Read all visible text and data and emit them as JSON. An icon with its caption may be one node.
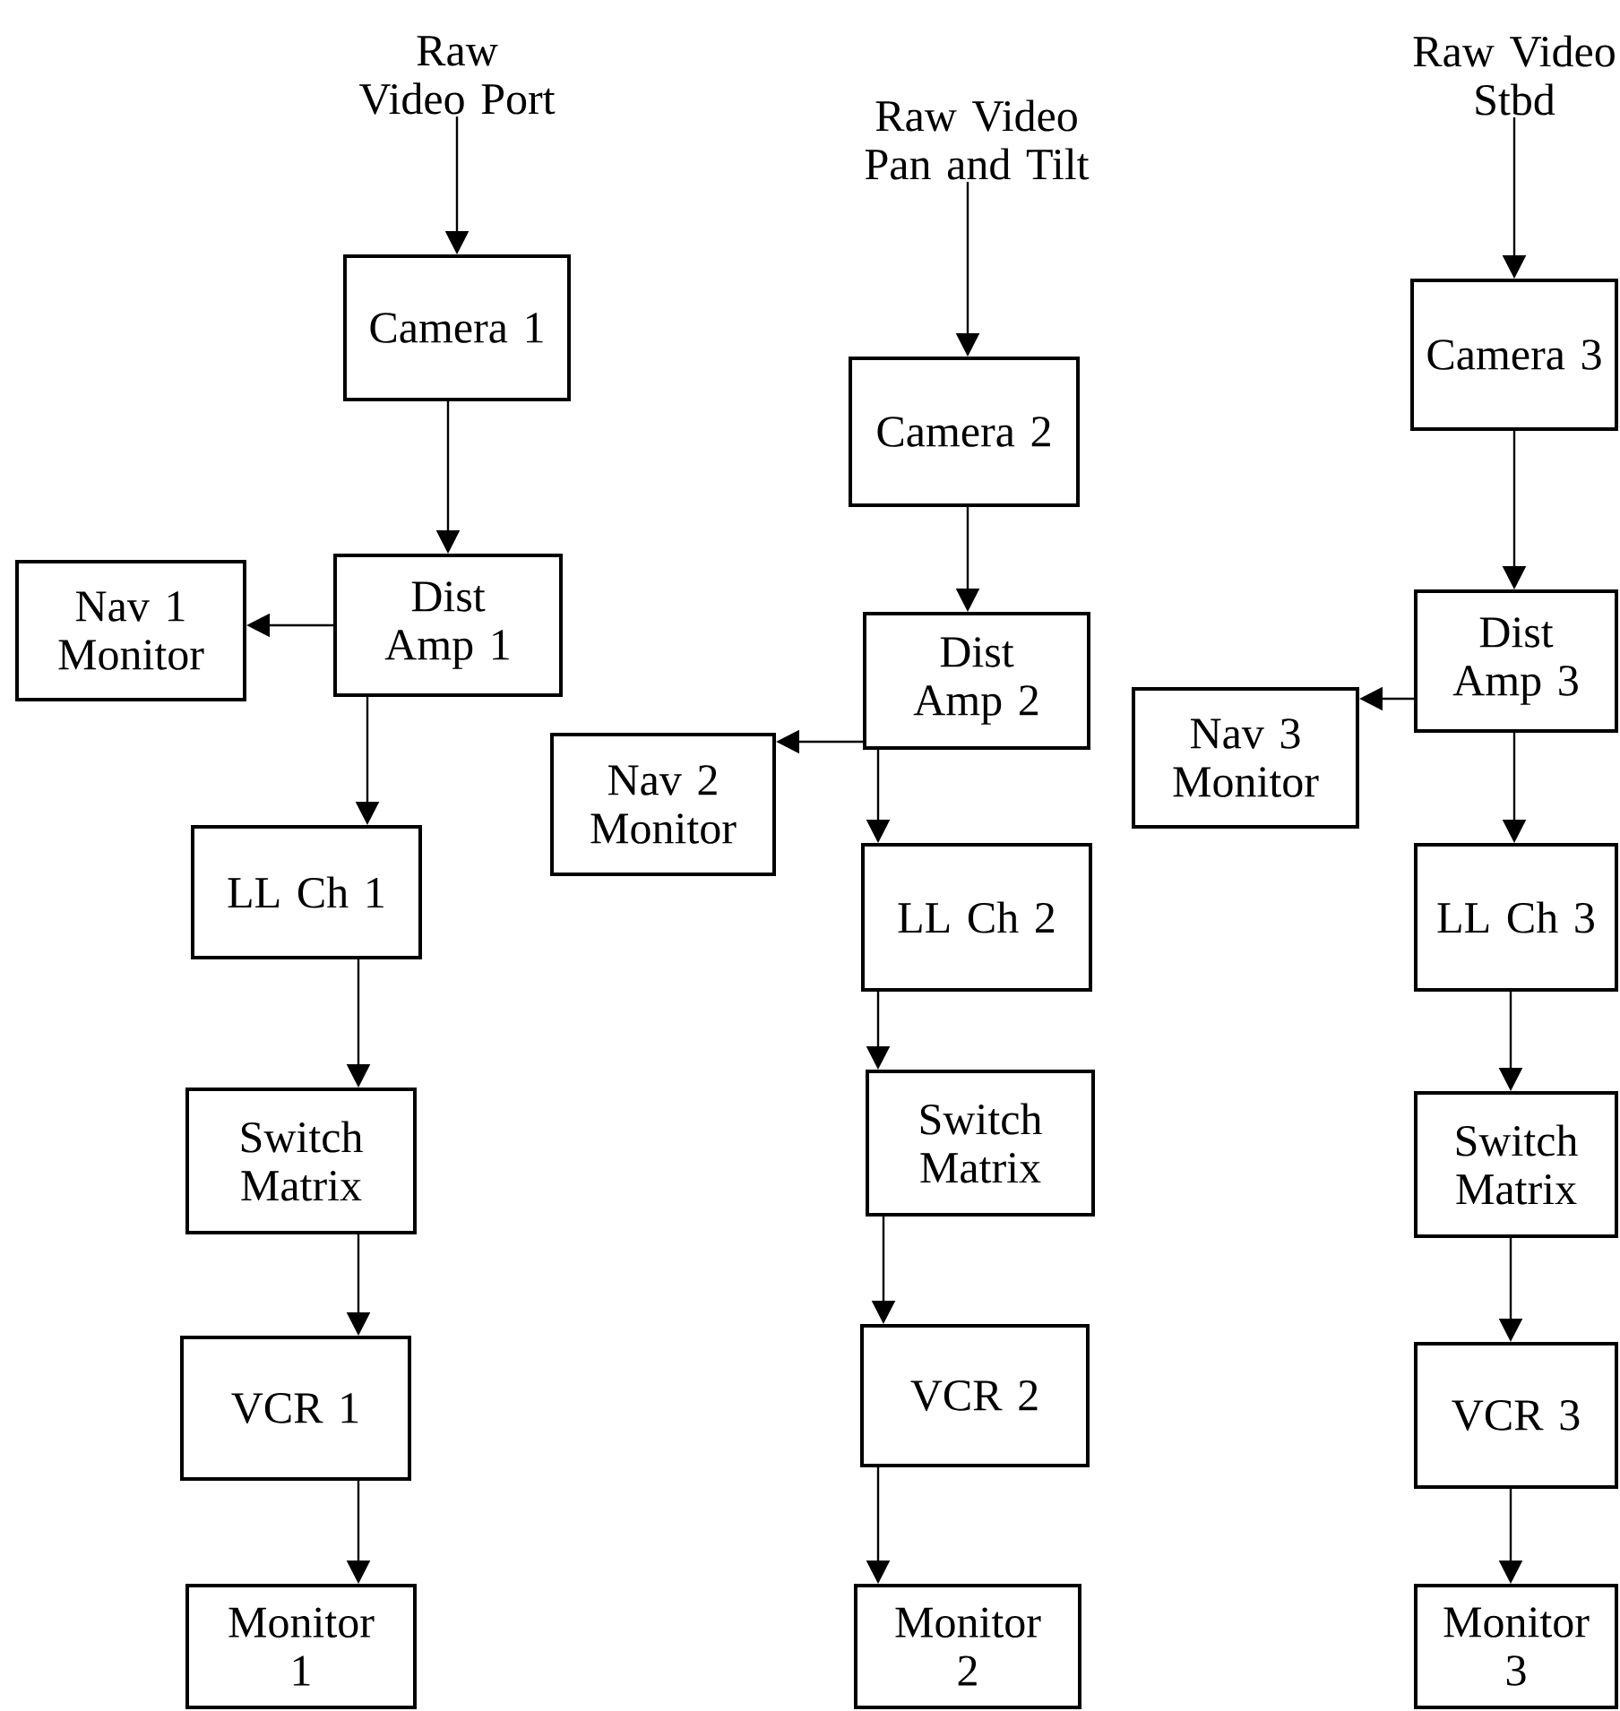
{
  "diagram": {
    "nodes": [
      {
        "text": [
          "Raw Video Port"
        ]
      },
      {
        "text": [
          "Camera 1"
        ]
      },
      {
        "text": [
          "Dist Amp 1"
        ]
      },
      {
        "text": [
          "Nav 1 Monitor"
        ]
      },
      {
        "text": [
          "LL Ch 1"
        ]
      },
      {
        "text": [
          "Switch Matrix"
        ]
      },
      {
        "text": [
          "VCR 1"
        ]
      },
      {
        "text": [
          "Monitor 1"
        ]
      },
      {
        "text": [
          "Raw Video Pan and Tilt"
        ]
      },
      {
        "text": [
          "Camera 2"
        ]
      },
      {
        "text": [
          "Dist Amp 2"
        ]
      },
      {
        "text": [
          "Nav 2 Monitor"
        ]
      },
      {
        "text": [
          "LL Ch 2"
        ]
      },
      {
        "text": [
          "Switch Matrix"
        ]
      },
      {
        "text": [
          "VCR 2"
        ]
      },
      {
        "text": [
          "Monitor 2"
        ]
      },
      {
        "text": [
          "Raw Video Stbd"
        ]
      },
      {
        "text": [
          "Camera 3"
        ]
      },
      {
        "text": [
          "Dist Amp 3"
        ]
      },
      {
        "text": [
          "Nav 3 Monitor"
        ]
      },
      {
        "text": [
          "LL Ch 3"
        ]
      },
      {
        "text": [
          "Switch Matrix"
        ]
      },
      {
        "text": [
          "VCR 3"
        ]
      },
      {
        "text": [
          "Monitor 3"
        ]
      }
    ],
    "edges": [
      {
        "from": 0,
        "to": 1,
        "arrow": "to"
      },
      {
        "from": 1,
        "to": 2,
        "arrow": "to"
      },
      {
        "from": 2,
        "to": 3,
        "arrow": "to"
      },
      {
        "from": 2,
        "to": 4,
        "arrow": "to"
      },
      {
        "from": 4,
        "to": 5,
        "arrow": "to"
      },
      {
        "from": 5,
        "to": 6,
        "arrow": "to"
      },
      {
        "from": 6,
        "to": 7,
        "arrow": "to"
      },
      {
        "from": 8,
        "to": 9,
        "arrow": "to"
      },
      {
        "from": 9,
        "to": 10,
        "arrow": "to"
      },
      {
        "from": 10,
        "to": 11,
        "arrow": "to"
      },
      {
        "from": 10,
        "to": 12,
        "arrow": "to"
      },
      {
        "from": 12,
        "to": 13,
        "arrow": "to"
      },
      {
        "from": 13,
        "to": 14,
        "arrow": "to"
      },
      {
        "from": 14,
        "to": 15,
        "arrow": "to"
      },
      {
        "from": 16,
        "to": 17,
        "arrow": "to"
      },
      {
        "from": 17,
        "to": 18,
        "arrow": "to"
      },
      {
        "from": 18,
        "to": 19,
        "arrow": "to"
      },
      {
        "from": 18,
        "to": 20,
        "arrow": "to"
      },
      {
        "from": 20,
        "to": 21,
        "arrow": "to"
      },
      {
        "from": 21,
        "to": 22,
        "arrow": "to"
      },
      {
        "from": 22,
        "to": 23,
        "arrow": "to"
      }
    ]
  }
}
